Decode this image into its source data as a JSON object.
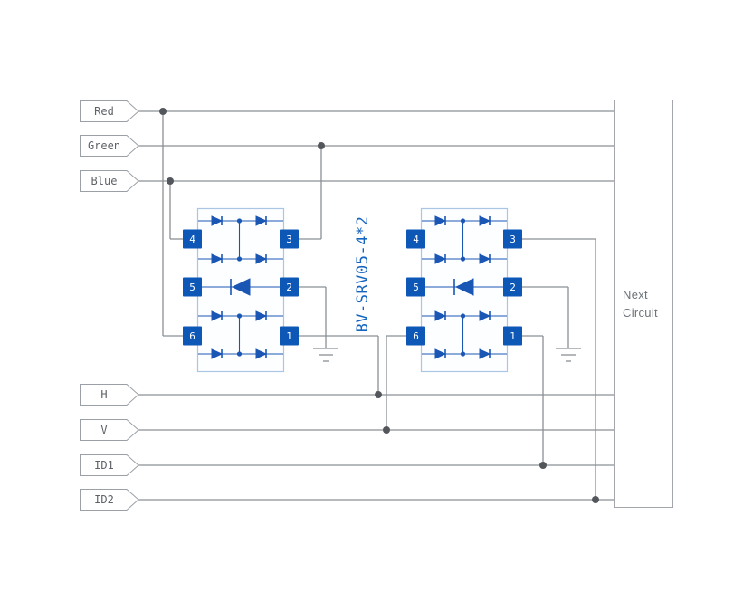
{
  "diagram": {
    "signals": [
      {
        "label": "Red"
      },
      {
        "label": "Green"
      },
      {
        "label": "Blue"
      },
      {
        "label": "H"
      },
      {
        "label": "V"
      },
      {
        "label": "ID1"
      },
      {
        "label": "ID2"
      }
    ],
    "ic": {
      "part_label": "BV-SRV05-4*2",
      "left_pins": [
        "4",
        "5",
        "6"
      ],
      "right_pins": [
        "3",
        "2",
        "1"
      ]
    },
    "next_circuit": {
      "label": "Next Circuit"
    }
  },
  "colors": {
    "wire": "#8b9095",
    "junction_dot": "#53575b",
    "pin_fill": "#0d57b6",
    "diode_blue": "#1a56b4",
    "ic_outline": "#aac6e4",
    "part_text": "#1565c0",
    "tag_border": "#9aa0a6",
    "tag_text": "#5f6368",
    "next_circuit_text": "#6d7378"
  }
}
